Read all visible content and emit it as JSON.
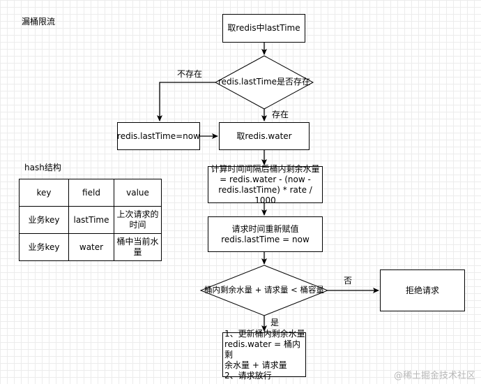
{
  "title": "漏桶限流",
  "hash_title": "hash结构",
  "hash_table": {
    "headers": [
      "key",
      "field",
      "value"
    ],
    "rows": [
      [
        "业务key",
        "lastTime",
        "上次请求的\n时间"
      ],
      [
        "业务key",
        "water",
        "桶中当前水\n量"
      ]
    ]
  },
  "nodes": {
    "get_last_time": "取redis中lastTime",
    "exists_check": "redis.lastTime是否存在",
    "set_last_time": "redis.lastTime=now",
    "get_water": "取redis.water",
    "compute": "计算时间间隔后桶内剩余水量\n= redis.water - (now - \nredis.lastTime) * rate / 1000",
    "reassign": "请求时间重新赋值\nredis.lastTime = now",
    "capacity_check": "桶内剩余水量 + 请求量 < 桶容量",
    "reject": "拒绝请求",
    "update": "1、更新桶内剩余水量\nredis.water = 桶内剩\n余水量 + 请求量\n2、请求放行"
  },
  "edge_labels": {
    "not_exists": "不存在",
    "exists": "存在",
    "no": "否",
    "yes": "是"
  },
  "watermark": "@稀土掘金技术社区"
}
